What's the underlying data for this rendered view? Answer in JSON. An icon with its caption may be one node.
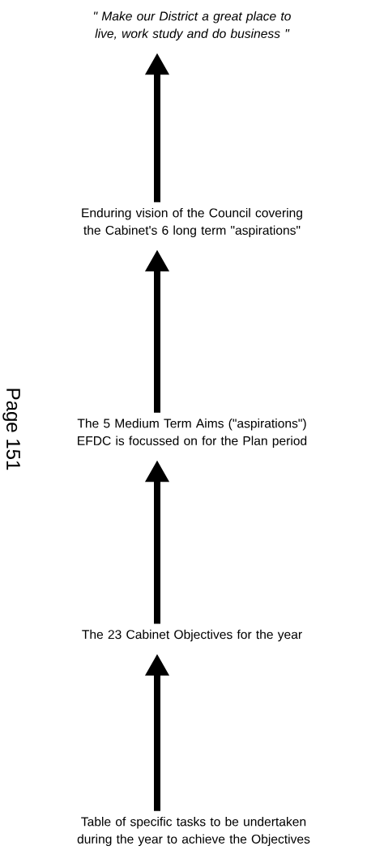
{
  "diagram": {
    "nodes": [
      {
        "text": [
          "\" Make our District a great place to live, work study and do business \""
        ]
      },
      {
        "text": [
          "Enduring vision of the Council covering the Cabinet's 6 long term \"aspirations\""
        ]
      },
      {
        "text": [
          "The 5 Medium Term Aims (\"aspirations\") EFDC is focussed on for the Plan period"
        ]
      },
      {
        "text": [
          "The 23 Cabinet Objectives for the year"
        ]
      },
      {
        "text": [
          "Table of specific tasks to be undertaken during the year to achieve the Objectives"
        ]
      }
    ],
    "edges": [
      {
        "from": 1,
        "to": 0,
        "arrow": "to"
      },
      {
        "from": 2,
        "to": 1,
        "arrow": "to"
      },
      {
        "from": 3,
        "to": 2,
        "arrow": "to"
      },
      {
        "from": 4,
        "to": 3,
        "arrow": "to"
      }
    ],
    "labels": [
      "Page 151"
    ]
  }
}
